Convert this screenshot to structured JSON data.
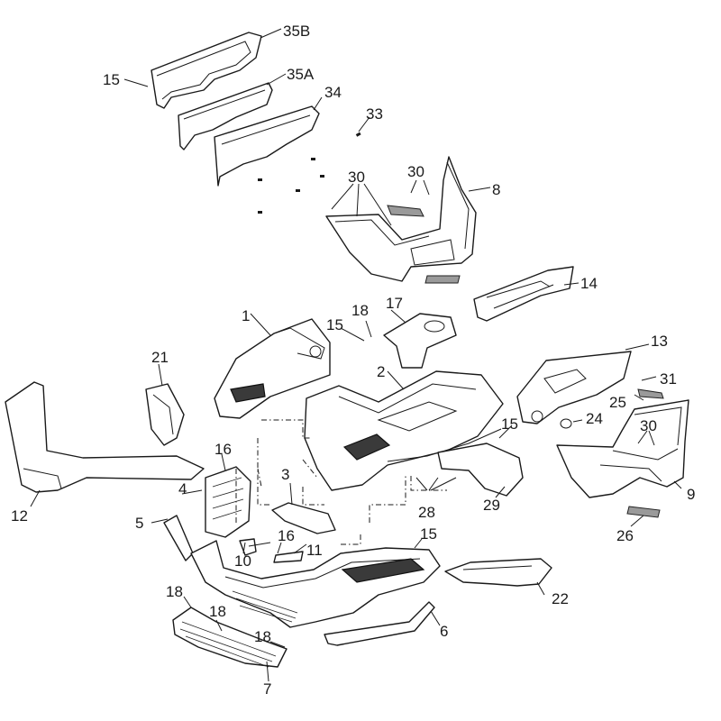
{
  "callouts": [
    {
      "id": "c1",
      "text": "1"
    },
    {
      "id": "c2",
      "text": "2"
    },
    {
      "id": "c3",
      "text": "3"
    },
    {
      "id": "c4",
      "text": "4"
    },
    {
      "id": "c5",
      "text": "5"
    },
    {
      "id": "c6",
      "text": "6"
    },
    {
      "id": "c7",
      "text": "7"
    },
    {
      "id": "c8",
      "text": "8"
    },
    {
      "id": "c9",
      "text": "9"
    },
    {
      "id": "c10",
      "text": "10"
    },
    {
      "id": "c11",
      "text": "11"
    },
    {
      "id": "c12",
      "text": "12"
    },
    {
      "id": "c13",
      "text": "13"
    },
    {
      "id": "c14",
      "text": "14"
    },
    {
      "id": "c15a",
      "text": "15"
    },
    {
      "id": "c15b",
      "text": "15"
    },
    {
      "id": "c15c",
      "text": "15"
    },
    {
      "id": "c15d",
      "text": "15"
    },
    {
      "id": "c16a",
      "text": "16"
    },
    {
      "id": "c16b",
      "text": "16"
    },
    {
      "id": "c17",
      "text": "17"
    },
    {
      "id": "c18a",
      "text": "18"
    },
    {
      "id": "c18b",
      "text": "18"
    },
    {
      "id": "c18c",
      "text": "18"
    },
    {
      "id": "c18d",
      "text": "18"
    },
    {
      "id": "c21",
      "text": "21"
    },
    {
      "id": "c22",
      "text": "22"
    },
    {
      "id": "c24",
      "text": "24"
    },
    {
      "id": "c25",
      "text": "25"
    },
    {
      "id": "c26",
      "text": "26"
    },
    {
      "id": "c28",
      "text": "28"
    },
    {
      "id": "c29",
      "text": "29"
    },
    {
      "id": "c30a",
      "text": "30"
    },
    {
      "id": "c30b",
      "text": "30"
    },
    {
      "id": "c30c",
      "text": "30"
    },
    {
      "id": "c31",
      "text": "31"
    },
    {
      "id": "c33",
      "text": "33"
    },
    {
      "id": "c34",
      "text": "34"
    },
    {
      "id": "c35a",
      "text": "35A"
    },
    {
      "id": "c35b",
      "text": "35B"
    }
  ]
}
